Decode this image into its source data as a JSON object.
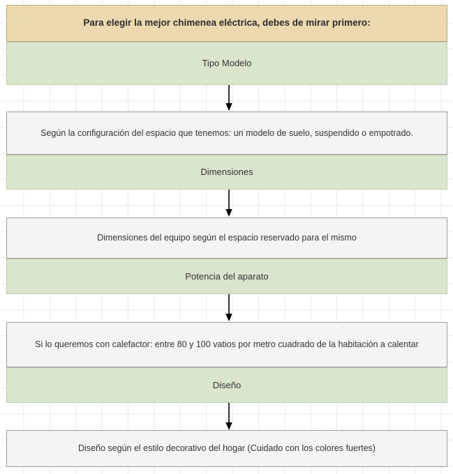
{
  "diagram": {
    "title": "Para elegir la mejor chimenea eléctrica, debes de mirar primero:",
    "colors": {
      "header_fill": "#ecd9b0",
      "header_border": "#b9a87e",
      "category_fill": "#d9e5cd",
      "category_border": "#bccbb0",
      "detail_fill": "#f4f4f4",
      "detail_border": "#9a9a9a",
      "arrow": "#000000",
      "grid_line": "#e8e8e8",
      "background": "#ffffff"
    },
    "steps": [
      {
        "category": "Tipo Modelo",
        "detail": "Según la configuración del espacio que tenemos: un modelo de suelo, suspendido o empotrado."
      },
      {
        "category": "Dimensiones",
        "detail": "Dimensiones del equipo según el espacio reservado para el mismo"
      },
      {
        "category": "Potencia del aparato",
        "detail": "Si lo queremos con calefactor: entre 80 y 100 vatios por metro cuadrado de la habitación a calentar"
      },
      {
        "category": "Diseño",
        "detail": "Diseño según el estilo decorativo del hogar (Cuidado con los colores fuertes)"
      }
    ]
  }
}
